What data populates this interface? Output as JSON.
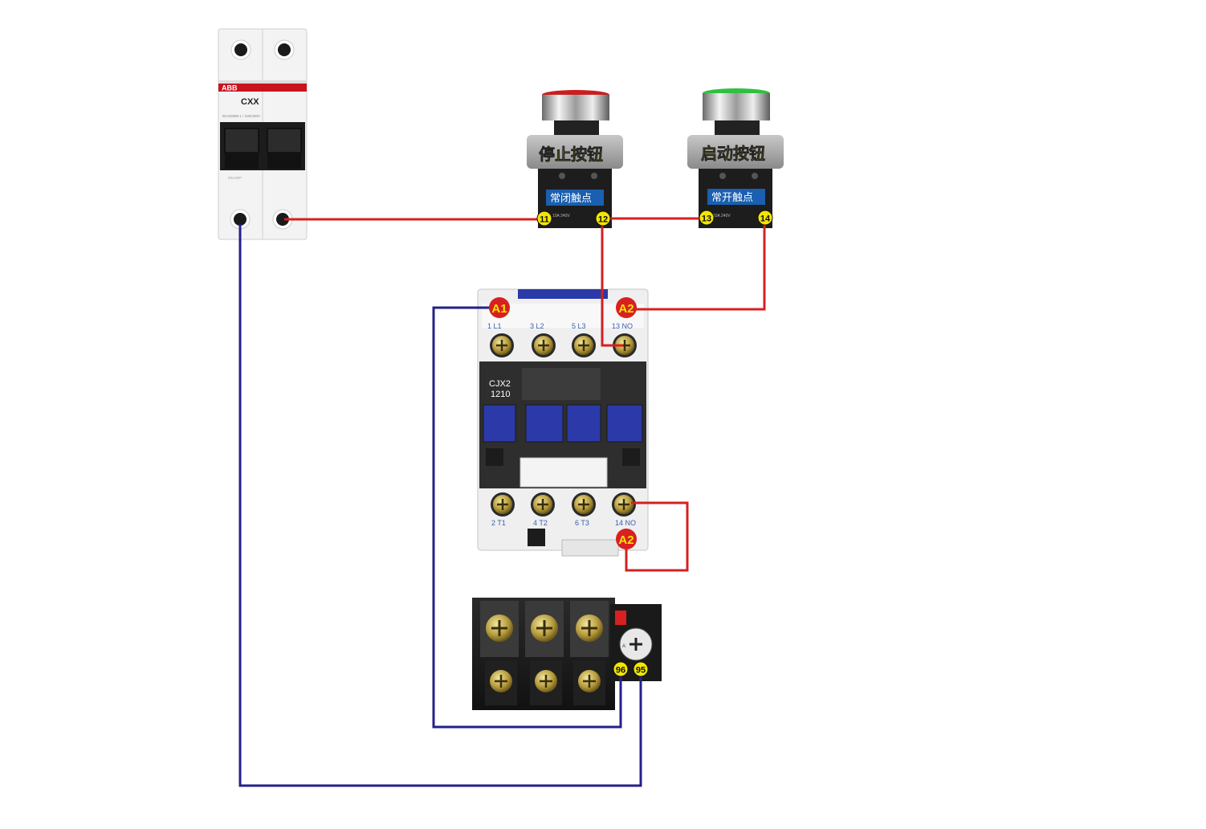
{
  "colors": {
    "wire_red": "#d42020",
    "wire_blue": "#23208a",
    "terminal_yellow": "#f2e600",
    "terminal_red": "#d82020",
    "button_red": "#c82020",
    "button_green": "#30c040",
    "contactor_blue": "#2b3aa8",
    "label_blue": "#1a5fb0",
    "label_text_yellow": "#ffe800"
  },
  "breaker": {
    "brand": "ABB",
    "model": "CXX",
    "fine_print": "IEC60898-1 / 230/400V",
    "bottom_marks": "ON OFF"
  },
  "stop_button": {
    "title": "停止按钮",
    "contact_label": "常闭触点",
    "terminal_left": "11",
    "terminal_right": "12",
    "rating": "10A 240V"
  },
  "start_button": {
    "title": "启动按钮",
    "contact_label": "常开触点",
    "terminal_left": "13",
    "terminal_right": "14",
    "rating": "10A 240V"
  },
  "contactor": {
    "model_line1": "CJX2",
    "model_line2": "1210",
    "coil_a1": "A1",
    "coil_a2_top": "A2",
    "coil_a2_bottom": "A2",
    "top_terminals": [
      "1 L1",
      "3 L2",
      "5 L3",
      "13 NO"
    ],
    "bottom_terminals": [
      "2 T1",
      "4 T2",
      "6 T3",
      "14 NO"
    ]
  },
  "overload_relay": {
    "terminal_96": "96",
    "terminal_95": "95",
    "dial_label": "A"
  }
}
